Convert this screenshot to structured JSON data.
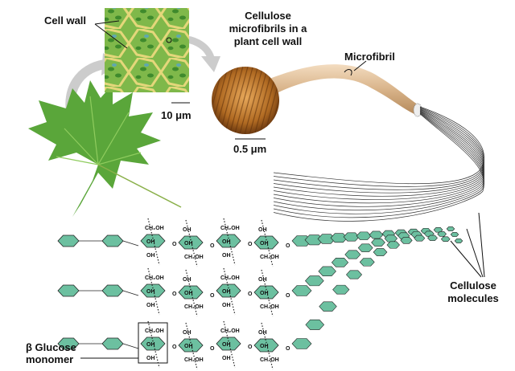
{
  "labels": {
    "cell_wall": "Cell wall",
    "microfibrils_title": [
      "Cellulose",
      "microfibrils in a",
      "plant cell wall"
    ],
    "microfibril": "Microfibril",
    "scale_10": "10 μm",
    "scale_05": "0.5 μm",
    "cellulose_molecules": [
      "Cellulose",
      "molecules"
    ],
    "glucose_monomer": [
      "β Glucose",
      "monomer"
    ]
  },
  "chem": {
    "ch2oh": "CH₂OH",
    "oh": "OH",
    "o": "O"
  },
  "colors": {
    "ring": "#6cc0a0",
    "leaf": "#5aa63a",
    "fibril": "#d9b48a",
    "micro": "#a9c94a",
    "wood": "#b8742c"
  }
}
